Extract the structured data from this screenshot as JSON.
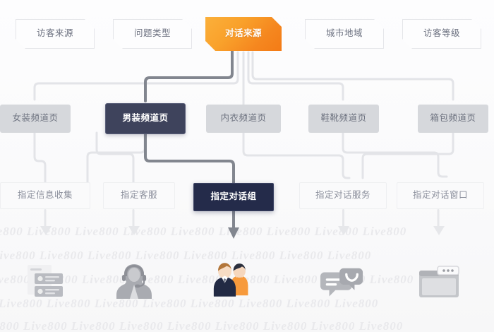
{
  "watermark": {
    "text": "Live800",
    "repeat": "Live800  Live800  Live800  Live800  Live800  Live800  Live800  Live800  Live800"
  },
  "colors": {
    "accent_orange": "#f5871f",
    "accent_orange_light": "#fbb03b",
    "chip_active_navy": "#3e435c",
    "plate_active_navy": "#242b4a",
    "chip_grey": "#d6d8dc",
    "wire_grey": "#e2e3e7",
    "wire_dark": "#7c818d",
    "text_grey": "#6c7180",
    "background": "#fafafb"
  },
  "rows": {
    "dimension_row": {
      "name": "dimension-row",
      "items": [
        {
          "id": "visitor-source",
          "label": "访客来源",
          "active": false
        },
        {
          "id": "question-type",
          "label": "问题类型",
          "active": false
        },
        {
          "id": "dialog-source",
          "label": "对话来源",
          "active": true
        },
        {
          "id": "city-region",
          "label": "城市地域",
          "active": false
        },
        {
          "id": "visitor-level",
          "label": "访客等级",
          "active": false
        }
      ]
    },
    "channel_row": {
      "name": "channel-row",
      "items": [
        {
          "id": "womens-channel",
          "label": "女装频道页",
          "active": false
        },
        {
          "id": "mens-channel",
          "label": "男装频道页",
          "active": true
        },
        {
          "id": "underwear-channel",
          "label": "内衣频道页",
          "active": false
        },
        {
          "id": "shoes-channel",
          "label": "鞋靴频道页",
          "active": false
        },
        {
          "id": "bags-channel",
          "label": "箱包频道页",
          "active": false
        }
      ]
    },
    "action_row": {
      "name": "action-row",
      "items": [
        {
          "id": "info-collect",
          "label": "指定信息收集",
          "active": false
        },
        {
          "id": "assign-agent",
          "label": "指定客服",
          "active": false
        },
        {
          "id": "assign-group",
          "label": "指定对话组",
          "active": true
        },
        {
          "id": "assign-service",
          "label": "指定对话服务",
          "active": false
        },
        {
          "id": "assign-window",
          "label": "指定对话窗口",
          "active": false
        }
      ]
    },
    "result_row": {
      "name": "result-row",
      "items": [
        {
          "id": "form-result",
          "icon": "form-cards-icon",
          "active": false
        },
        {
          "id": "agent-result",
          "icon": "headset-agent-icon",
          "active": false
        },
        {
          "id": "group-result",
          "icon": "agent-team-icon",
          "active": true
        },
        {
          "id": "service-result",
          "icon": "chat-bubbles-icon",
          "active": false
        },
        {
          "id": "window-result",
          "icon": "browser-window-icon",
          "active": false
        }
      ]
    }
  }
}
